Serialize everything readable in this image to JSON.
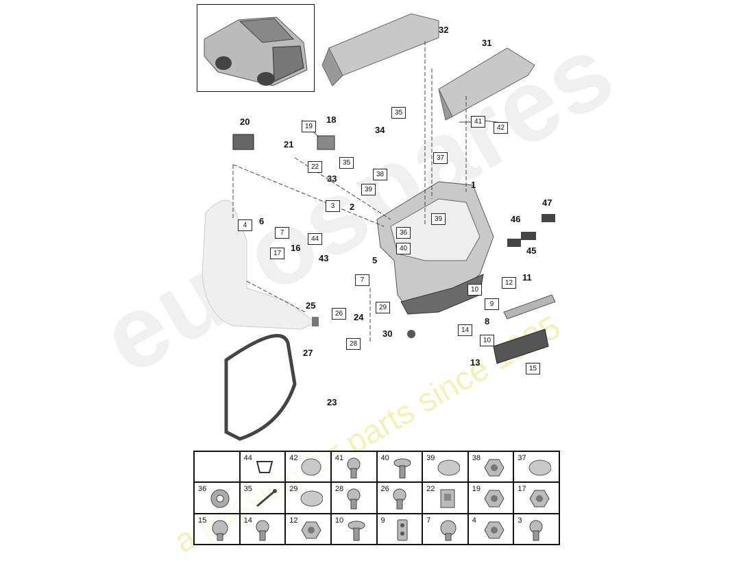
{
  "watermark": {
    "brand": "eurospares",
    "slogan": "a passion for parts since 1985"
  },
  "callouts": [
    "1",
    "2",
    "5",
    "6",
    "11",
    "13",
    "16",
    "18",
    "20",
    "21",
    "23",
    "24",
    "25",
    "27",
    "30",
    "31",
    "32",
    "33",
    "34",
    "43",
    "45",
    "46",
    "47",
    "8"
  ],
  "boxed_labels": [
    "3",
    "4",
    "7",
    "7",
    "9",
    "10",
    "10",
    "12",
    "14",
    "15",
    "17",
    "19",
    "22",
    "26",
    "28",
    "29",
    "35",
    "35",
    "36",
    "37",
    "38",
    "39",
    "39",
    "40",
    "41",
    "42",
    "44"
  ],
  "legend": {
    "rows": [
      [
        {
          "num": "44",
          "icon": "clip-icon"
        },
        {
          "num": "42",
          "icon": "round-cap-icon"
        },
        {
          "num": "41",
          "icon": "bolt-icon"
        },
        {
          "num": "40",
          "icon": "flanged-screw-icon"
        },
        {
          "num": "39",
          "icon": "oval-plug-icon"
        },
        {
          "num": "38",
          "icon": "hex-nut-icon"
        },
        {
          "num": "37",
          "icon": "oval-plug-icon"
        }
      ],
      [
        {
          "num": "36",
          "icon": "washer-icon"
        },
        {
          "num": "35",
          "icon": "pin-icon"
        },
        {
          "num": "29",
          "icon": "oval-plug-icon"
        },
        {
          "num": "28",
          "icon": "bolt-icon"
        },
        {
          "num": "26",
          "icon": "bolt-icon"
        },
        {
          "num": "22",
          "icon": "bracket-clip-icon"
        },
        {
          "num": "19",
          "icon": "hex-nut-icon"
        },
        {
          "num": "17",
          "icon": "hex-nut-icon"
        }
      ],
      [
        {
          "num": "15",
          "icon": "torx-screw-icon"
        },
        {
          "num": "14",
          "icon": "bolt-icon"
        },
        {
          "num": "12",
          "icon": "hex-nut-icon"
        },
        {
          "num": "10",
          "icon": "flanged-screw-icon"
        },
        {
          "num": "9",
          "icon": "plate-icon"
        },
        {
          "num": "7",
          "icon": "torx-screw-icon"
        },
        {
          "num": "4",
          "icon": "hex-nut-icon"
        },
        {
          "num": "3",
          "icon": "bolt-icon"
        }
      ]
    ]
  }
}
